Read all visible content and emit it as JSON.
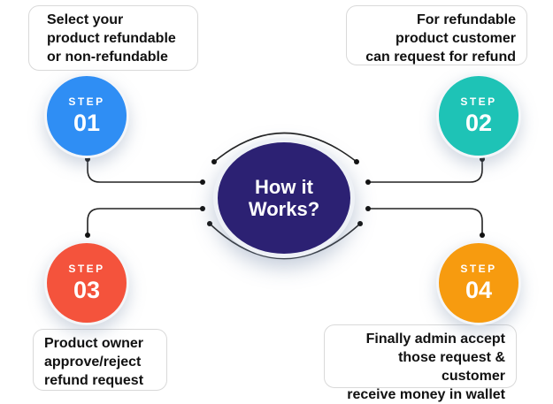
{
  "center": {
    "line1": "How it",
    "line2": "Works?"
  },
  "colors": {
    "step1": "#2f8ef4",
    "step2": "#1ec3b6",
    "step3": "#f4533c",
    "step4": "#f79b0f",
    "center": "#2c2173"
  },
  "steps": [
    {
      "label": "STEP",
      "number": "01",
      "description": [
        "Select your",
        "product refundable",
        "or non-refundable"
      ]
    },
    {
      "label": "STEP",
      "number": "02",
      "description": [
        "For refundable",
        "product customer",
        "can request for refund"
      ]
    },
    {
      "label": "STEP",
      "number": "03",
      "description": [
        "Product owner",
        "approve/reject",
        "refund request"
      ]
    },
    {
      "label": "STEP",
      "number": "04",
      "description": [
        "Finally admin accept",
        "those request & customer",
        "receive money in wallet"
      ]
    }
  ]
}
